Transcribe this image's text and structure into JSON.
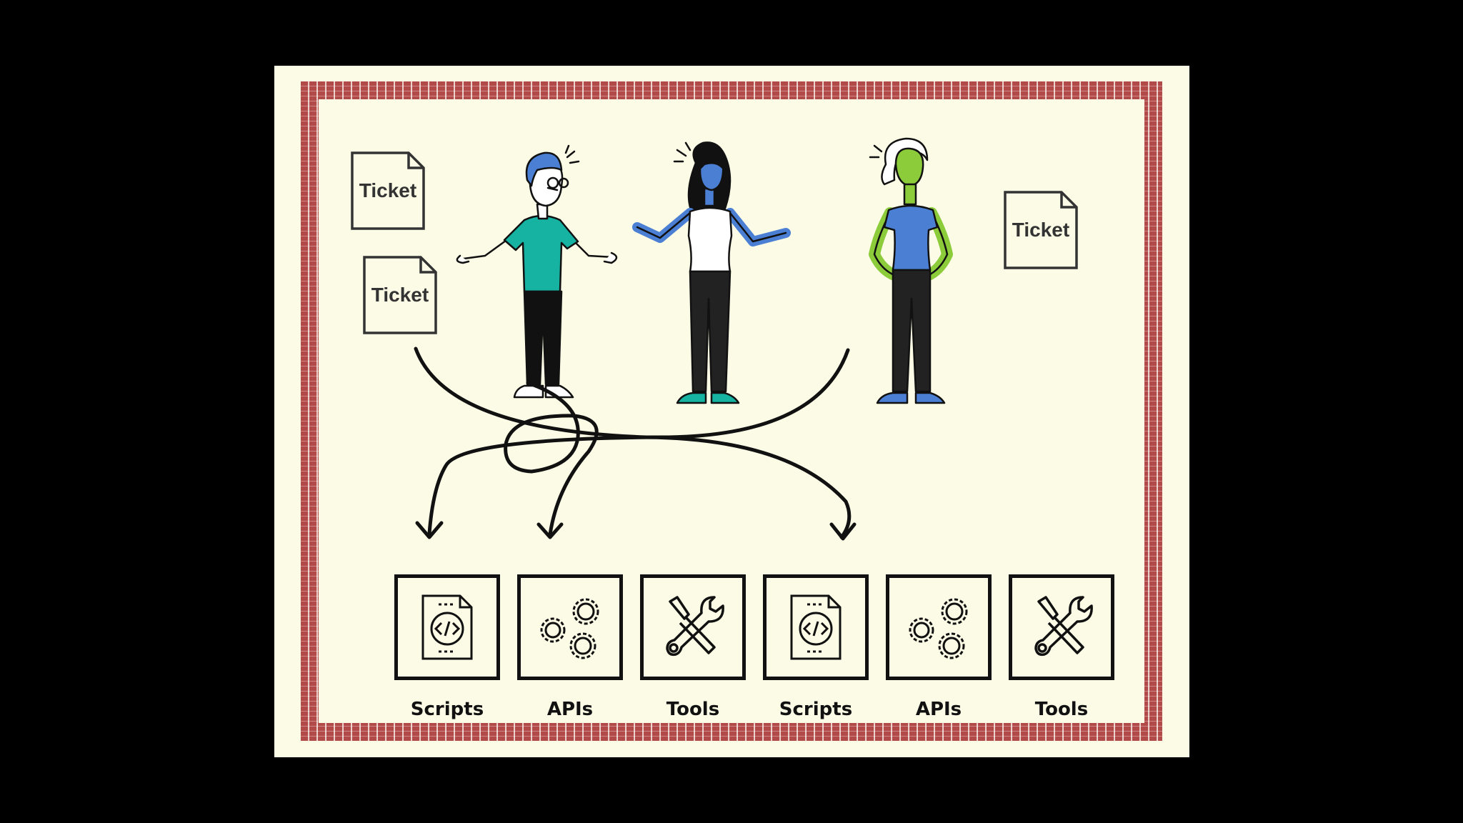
{
  "tickets": [
    {
      "label": "Ticket"
    },
    {
      "label": "Ticket"
    },
    {
      "label": "Ticket"
    }
  ],
  "resources": [
    {
      "label": "Scripts",
      "icon": "script-file-icon"
    },
    {
      "label": "APIs",
      "icon": "gears-icon"
    },
    {
      "label": "Tools",
      "icon": "tools-icon"
    },
    {
      "label": "Scripts",
      "icon": "script-file-icon"
    },
    {
      "label": "APIs",
      "icon": "gears-icon"
    },
    {
      "label": "Tools",
      "icon": "tools-icon"
    }
  ],
  "colors": {
    "background": "#000000",
    "slide": "#fbfbe6",
    "brick": "#b14a48",
    "teal_shirt": "#16b3a3",
    "blue_skin": "#4a7fd4",
    "green_skin": "#8ccc3a"
  }
}
